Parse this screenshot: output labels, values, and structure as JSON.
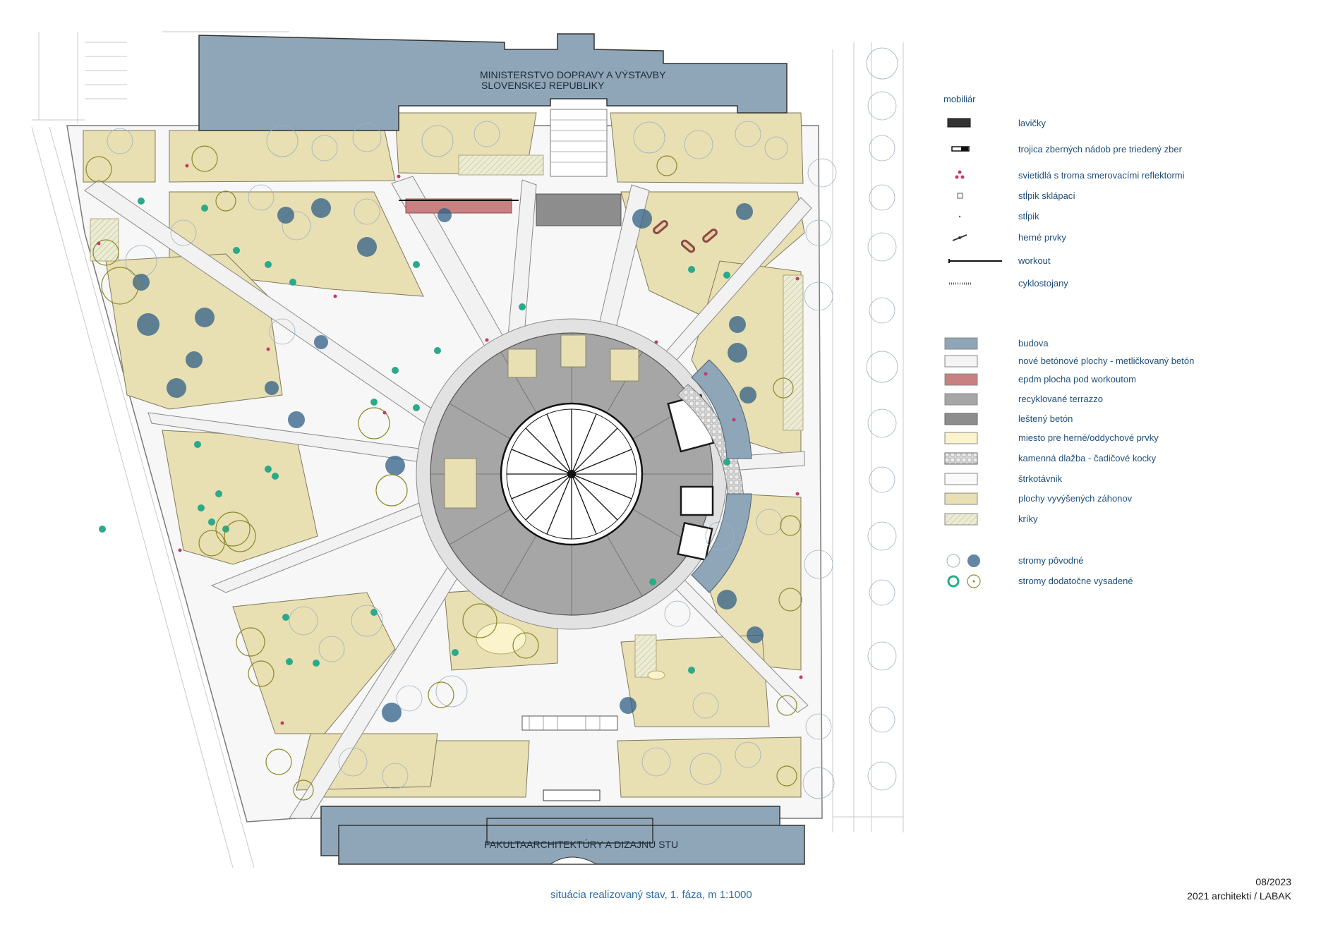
{
  "buildings": {
    "ministry_line1": "MINISTERSTVO DOPRAVY A VÝSTAVBY",
    "ministry_line2": "SLOVENSKEJ REPUBLIKY",
    "faculty": "FAKULTAARCHITEKTÚRY A DIZAJNU STU"
  },
  "legend": {
    "title": "mobiliár",
    "furniture": [
      {
        "label": "lavičky",
        "icon": "bench-icon"
      },
      {
        "label": "trojica zberných nádob pre triedený zber",
        "icon": "waste-bins-icon"
      },
      {
        "label": "svietidlá s troma smerovacími reflektormi",
        "icon": "lamp-icon"
      },
      {
        "label": "stĺpik sklápací",
        "icon": "folding-bollard-icon"
      },
      {
        "label": "stĺpik",
        "icon": "bollard-icon"
      },
      {
        "label": "herné prvky",
        "icon": "play-element-icon"
      },
      {
        "label": "workout",
        "icon": "workout-line-icon"
      },
      {
        "label": "cyklostojany",
        "icon": "bike-rack-icon"
      }
    ],
    "materials": [
      {
        "label": "budova",
        "color": "#8fa6b8",
        "pattern": "solid"
      },
      {
        "label": "nové betónové plochy - metličkovaný betón",
        "color": "#f4f4f4",
        "pattern": "dots"
      },
      {
        "label": "epdm plocha pod workoutom",
        "color": "#c98080",
        "pattern": "solid"
      },
      {
        "label": "recyklované terrazzo",
        "color": "#a6a6a6",
        "pattern": "solid"
      },
      {
        "label": "leštený betón",
        "color": "#8d8d8d",
        "pattern": "hatch"
      },
      {
        "label": "miesto pre herné/oddychové prvky",
        "color": "#fbf3cc",
        "pattern": "solid"
      },
      {
        "label": "kamenná dlažba - čadičové kocky",
        "color": "#dcdcdc",
        "pattern": "cobble"
      },
      {
        "label": "štrkotávnik",
        "color": "#fafafa",
        "pattern": "dots"
      },
      {
        "label": "plochy vyvýšených záhonov",
        "color": "#e8dfb3",
        "pattern": "solid"
      },
      {
        "label": "kríky",
        "color": "#ecebd4",
        "pattern": "hatch"
      }
    ],
    "trees": [
      {
        "label": "stromy pôvodné",
        "icon": "original-trees-icon"
      },
      {
        "label": "stromy dodatočne vysadené",
        "icon": "new-trees-icon"
      }
    ]
  },
  "caption": "situácia realizovaný stav, 1. fáza, m 1:1000",
  "date": "08/2023",
  "credit": "2021 architekti / LABAK",
  "colors": {
    "building": "#8fa6b8",
    "bed": "#e8dfb3",
    "terrazzo": "#a6a6a6",
    "epdm": "#c98080",
    "play": "#fbf3cc",
    "tree_teal": "#2aaa8a",
    "tree_olive": "#8a8a2a",
    "tree_blue": "#1f4e79",
    "text_blue": "#1f4e79"
  }
}
